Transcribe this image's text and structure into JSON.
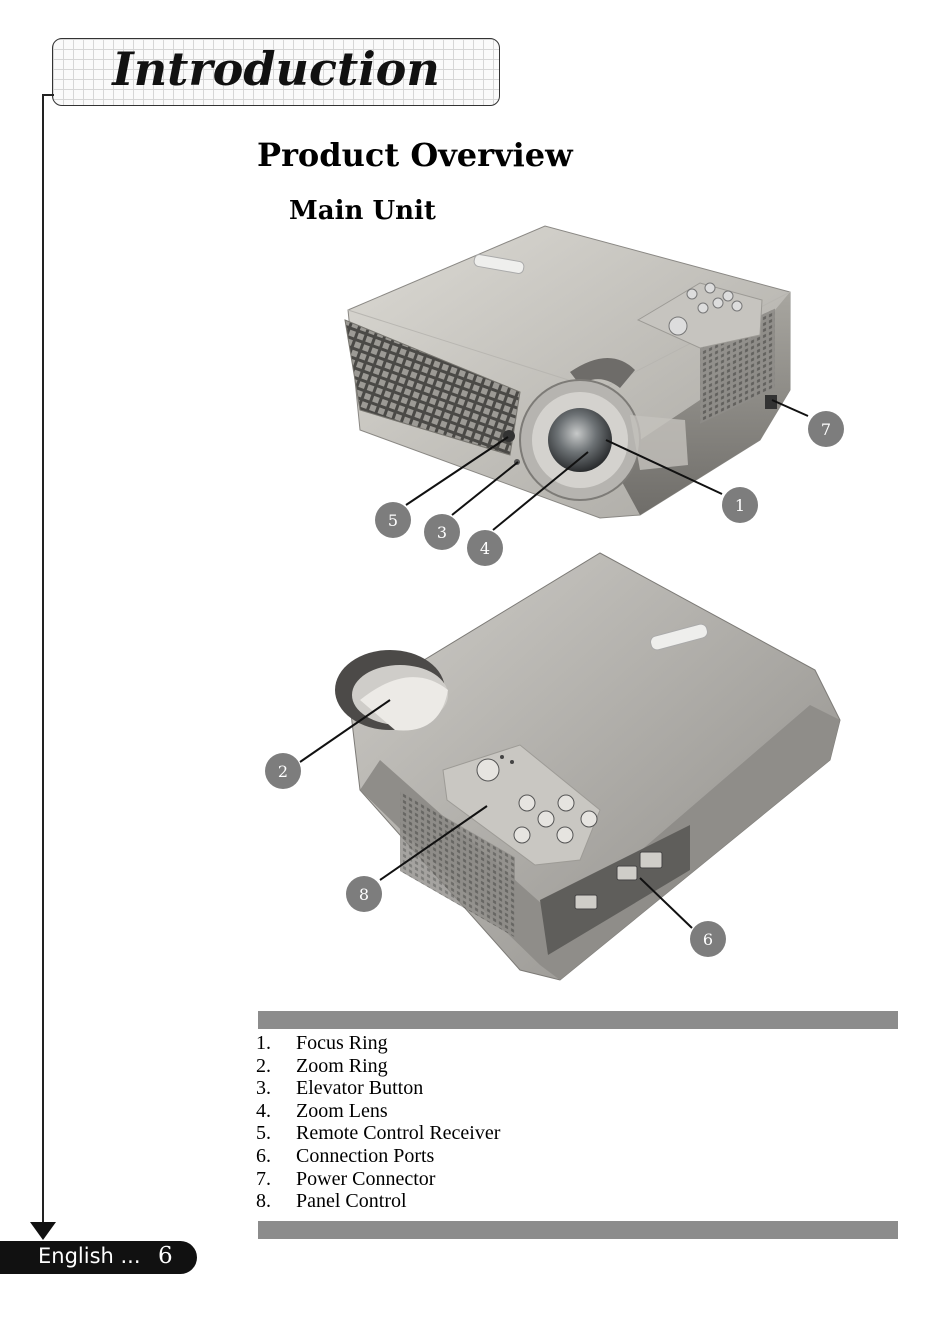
{
  "chapter_tab": {
    "title": "Introduction"
  },
  "section_title": "Product Overview",
  "subsection_title": "Main Unit",
  "callouts": [
    "1",
    "2",
    "3",
    "4",
    "5",
    "6",
    "7",
    "8"
  ],
  "parts_list": [
    {
      "number": "1.",
      "label": "Focus Ring"
    },
    {
      "number": "2.",
      "label": "Zoom Ring"
    },
    {
      "number": "3.",
      "label": "Elevator Button"
    },
    {
      "number": "4.",
      "label": "Zoom Lens"
    },
    {
      "number": "5.",
      "label": "Remote Control Receiver"
    },
    {
      "number": "6.",
      "label": "Connection Ports"
    },
    {
      "number": "7.",
      "label": "Power Connector"
    },
    {
      "number": "8.",
      "label": "Panel Control"
    }
  ],
  "footer": {
    "language": "English ...",
    "page_number": "6"
  },
  "colors": {
    "callout_circle": "#7d7d7d",
    "bar": "#8c8c8c",
    "footer_bg": "#111111"
  }
}
